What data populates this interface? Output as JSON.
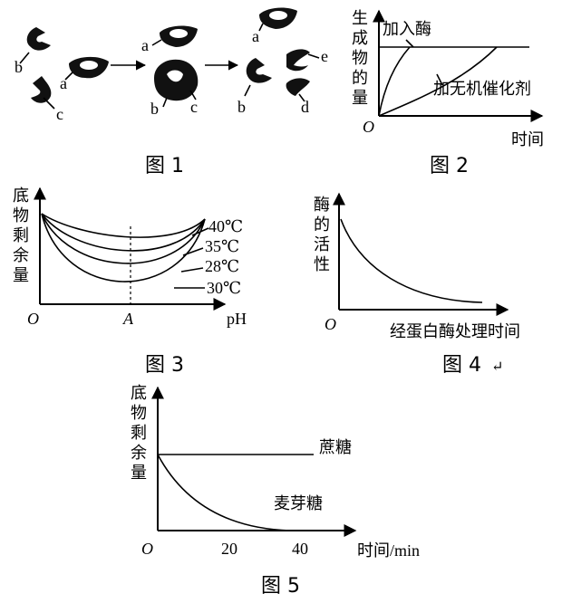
{
  "fig1": {
    "caption": "图 1",
    "labels": {
      "a": "a",
      "b": "b",
      "c": "c",
      "d": "d",
      "e": "e"
    }
  },
  "fig2": {
    "caption": "图 2",
    "ylabel": [
      "生",
      "成",
      "物",
      "的",
      "量"
    ],
    "xlabel": "时间",
    "origin": "O",
    "curve_enzyme": "加入酶",
    "curve_inorganic": "加无机催化剂"
  },
  "fig3": {
    "caption": "图 3",
    "ylabel": [
      "底",
      "物",
      "剩",
      "余",
      "量"
    ],
    "xlabel": "pH",
    "origin": "O",
    "tick": "A",
    "series": [
      "40℃",
      "35℃",
      "28℃",
      "30℃"
    ]
  },
  "fig4": {
    "caption": "图 4",
    "ylabel": [
      "酶",
      "的",
      "活",
      "性"
    ],
    "xlabel": "经蛋白酶处理时间",
    "origin": "O",
    "mark": "↵"
  },
  "fig5": {
    "caption": "图 5",
    "ylabel": [
      "底",
      "物",
      "剩",
      "余",
      "量"
    ],
    "xlabel": "时间/min",
    "origin": "O",
    "ticks": [
      "20",
      "40"
    ],
    "series_sucrose": "蔗糖",
    "series_maltose": "麦芽糖"
  }
}
